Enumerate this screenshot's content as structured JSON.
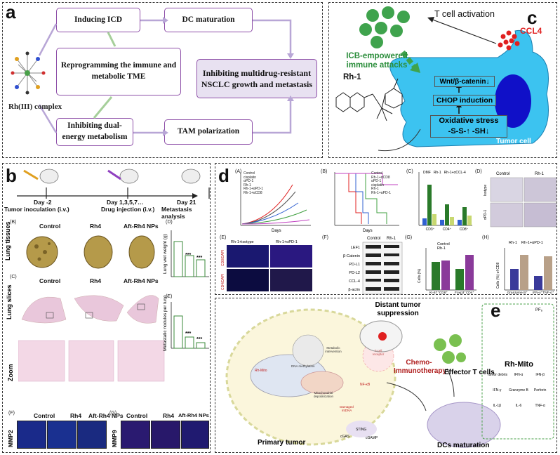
{
  "a": {
    "label": "a",
    "box_icd": "Inducing ICD",
    "box_dc": "DC maturation",
    "box_reprog": "Reprogramming the immune and metabolic TME",
    "box_inhibit": "Inhibiting multidrug-resistant NSCLC growth and metastasis",
    "box_dual": "Inhibiting dual-energy metabolism",
    "box_tam": "TAM polarization",
    "complex": "Rh(III) complex"
  },
  "b": {
    "label": "b",
    "day_m2": "Day -2",
    "tumor_inoc": "Tumor inoculation (i.v.)",
    "day_inj": "Day 1,3,5,7…",
    "drug_inj": "Drug injection (i.v.)",
    "day21": "Day 21",
    "metastasis": "Metastasis analysis",
    "sub_b": "(B)",
    "sub_c": "(C)",
    "sub_d": "(D)",
    "sub_e": "(E)",
    "sub_f": "(F)",
    "sub_g": "(G)",
    "groups": [
      "Control",
      "Rh4",
      "Aft-Rh4 NPs"
    ],
    "row_lung": "Lung tissues",
    "row_slices": "Lung slices",
    "row_zoom": "Zoom",
    "mmp2": "MMP2",
    "mmp9": "MMP9",
    "ylabel_d": "Lung wet weight (g)",
    "ylabel_e": "Metastatic nodules per lung",
    "sig": "***"
  },
  "c": {
    "label": "c",
    "tcell": "T cell activation",
    "ccl4": "CCL4",
    "icb": "ICB-empowered immune attacks",
    "rh1": "Rh-1",
    "wnt": "Wnt/β-catenin↓",
    "chop": "CHOP induction",
    "ox": "Oxidative stress",
    "ss": "-S-S-↑  -SH↓",
    "tumor": "Tumor cell"
  },
  "d": {
    "label": "d",
    "sub_a": "(A)",
    "sub_b": "(B)",
    "sub_c": "(C)",
    "sub_d": "(D)",
    "sub_e": "(E)",
    "sub_f": "(F)",
    "sub_g": "(G)",
    "sub_h": "(H)",
    "legend_a": [
      "Control",
      "cisplatin",
      "αPD-1",
      "Rh-1",
      "Rh-1+αPD-1",
      "Rh-1+αCD8"
    ],
    "xlabel_a": "Days",
    "xlabel_b": "Days",
    "legend_c": [
      "DMF",
      "Rh-1",
      "Rh-1+αCCL-4"
    ],
    "cats_c": [
      "CD3⁺",
      "CD4⁺",
      "CD8⁺"
    ],
    "d_cols": [
      "Control",
      "Rh-1"
    ],
    "d_rows": [
      "Isotype",
      "αPD-1"
    ],
    "e_cols": [
      "Rh-1+isotype",
      "Rh-1+αPD-1"
    ],
    "e_rows": [
      "CD8/DAPI",
      "CD4/DAPI"
    ],
    "f_cols": [
      "Control",
      "Rh-1"
    ],
    "f_rows": [
      "LEF1",
      "β-Catenin",
      "PD-L1",
      "PD-L2",
      "CCL-4",
      "β-actin"
    ],
    "legend_g": [
      "Control",
      "Rh-1"
    ],
    "cats_g": [
      "Ki-67⁺CD8⁺",
      "Foxp3⁺CD4⁺"
    ],
    "ylabel_g": "Cells (%)",
    "legend_h": [
      "Rh-1",
      "Rh-1+αPD-1"
    ],
    "cats_h": [
      "Granzyme B⁺",
      "IFN-γ⁺TNF-α⁺"
    ],
    "ylabel_h": "Cells (%) of CD8"
  },
  "e": {
    "label": "e",
    "distant": "Distant tumor suppression",
    "chemo": "Chemo-Immunotherapy",
    "effector": "Effector T cells",
    "primary": "Primary tumor",
    "dcs": "DCs maturation",
    "rhmito": "Rh-Mito",
    "pf6": "PF₆",
    "dna_meth": "DNA methylation",
    "metabolic": "Metabolic intervention",
    "mito": "Mitochondrial depolarization",
    "damaged": "Damaged mtDNA",
    "sting": "STING",
    "cgas": "cGAS",
    "cgamp": "cGAMP",
    "nfkb": "NF-κB",
    "tcr": "T-cell receptor",
    "rhmito_small": "Rh-Mito",
    "legend": [
      "Tumor debris",
      "IFN-α",
      "IFN-β",
      "IFN-γ",
      "Granzyme B",
      "Perforin",
      "IL-1β",
      "IL-6",
      "TNF-α"
    ]
  },
  "colors": {
    "purple": "#8e4fa8",
    "green": "#3fa34d",
    "cyan": "#3cc3f0",
    "blue": "#1010c8",
    "red": "#e02020"
  }
}
